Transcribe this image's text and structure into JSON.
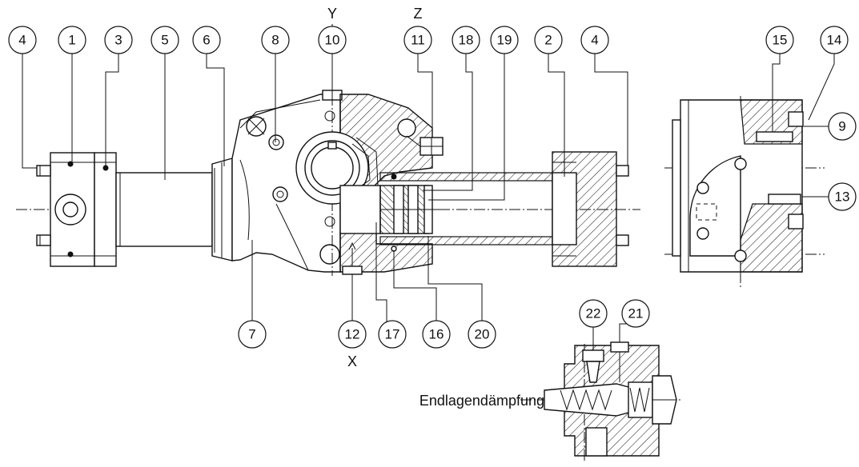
{
  "section_labels": {
    "y": "Y",
    "z": "Z",
    "x": "X"
  },
  "caption": "Endlagendämpfung",
  "callouts": [
    {
      "number": "4"
    },
    {
      "number": "1"
    },
    {
      "number": "3"
    },
    {
      "number": "5"
    },
    {
      "number": "6"
    },
    {
      "number": "8"
    },
    {
      "number": "10"
    },
    {
      "number": "11"
    },
    {
      "number": "18"
    },
    {
      "number": "19"
    },
    {
      "number": "2"
    },
    {
      "number": "4"
    },
    {
      "number": "15"
    },
    {
      "number": "14"
    },
    {
      "number": "9"
    },
    {
      "number": "13"
    },
    {
      "number": "7"
    },
    {
      "number": "12"
    },
    {
      "number": "17"
    },
    {
      "number": "16"
    },
    {
      "number": "20"
    },
    {
      "number": "22"
    },
    {
      "number": "21"
    }
  ],
  "colors": {
    "line": "#111111",
    "background": "#ffffff"
  }
}
